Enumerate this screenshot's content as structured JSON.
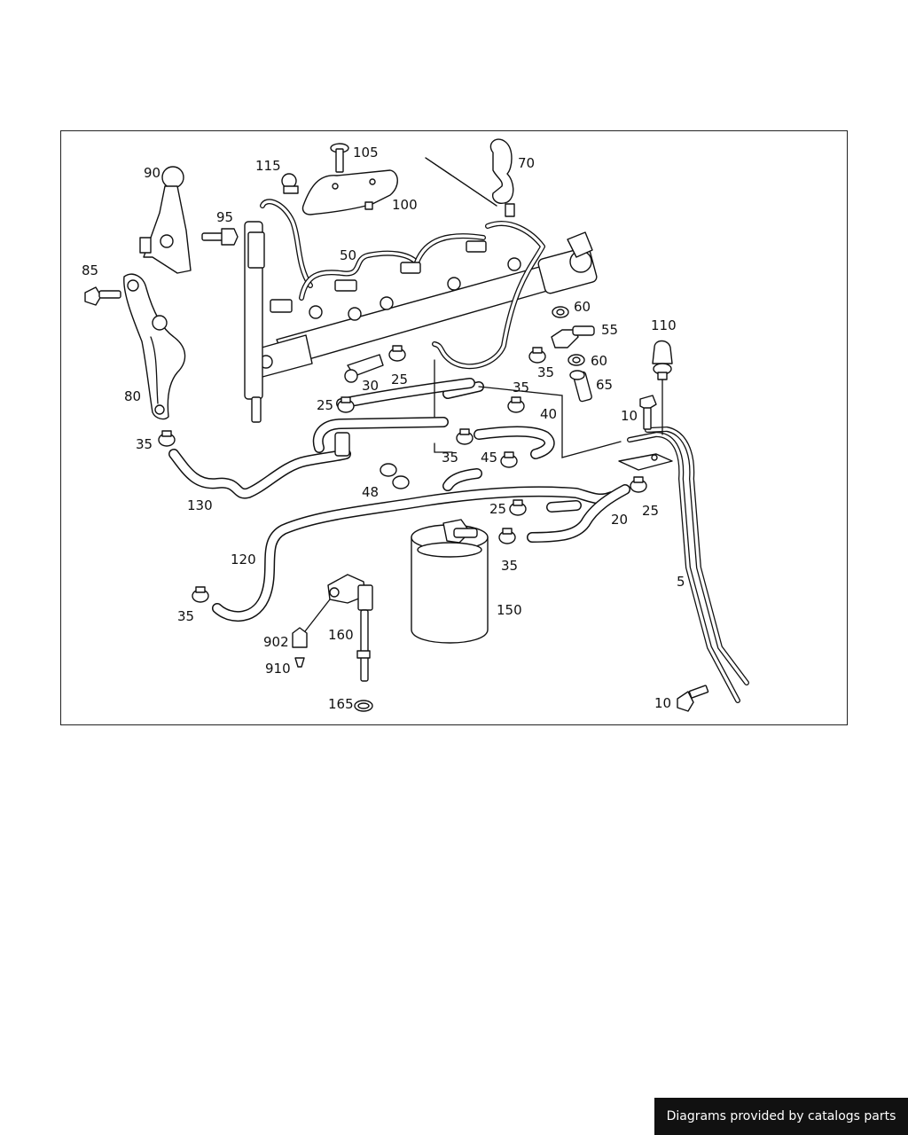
{
  "footer": {
    "text": "Diagrams provided by catalogs parts"
  },
  "callouts": [
    "90",
    "95",
    "85",
    "80",
    "115",
    "105",
    "100",
    "70",
    "50",
    "60",
    "55",
    "60",
    "65",
    "110",
    "10",
    "30",
    "25",
    "25",
    "35",
    "35",
    "35",
    "40",
    "35",
    "45",
    "48",
    "130",
    "120",
    "25",
    "20",
    "25",
    "35",
    "35",
    "902",
    "160",
    "910",
    "165",
    "150",
    "5",
    "10"
  ]
}
